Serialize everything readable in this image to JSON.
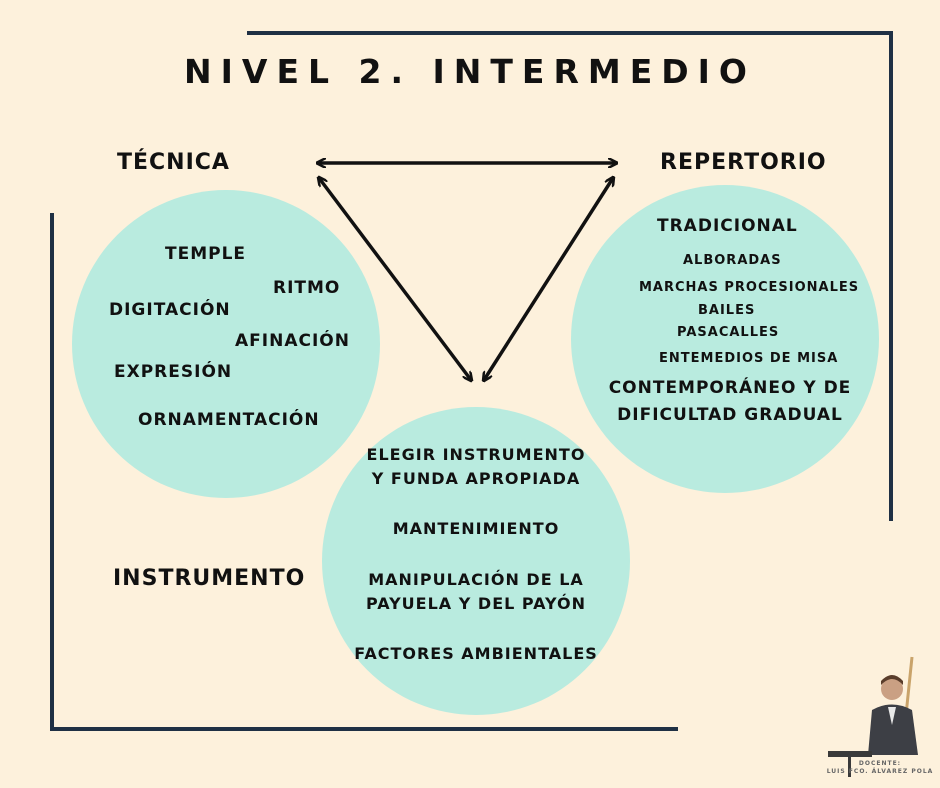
{
  "title": "NIVEL 2. INTERMEDIO",
  "labels": {
    "tecnica": "TÉCNICA",
    "repertorio": "REPERTORIO",
    "instrumento": "INSTRUMENTO"
  },
  "tecnica_items": [
    "TEMPLE",
    "RITMO",
    "DIGITACIÓN",
    "AFINACIÓN",
    "EXPRESIÓN",
    "ORNAMENTACIÓN"
  ],
  "repertorio": {
    "tradicional_heading": "TRADICIONAL",
    "tradicional_items": [
      "ALBORADAS",
      "MARCHAS PROCESIONALES",
      "BAILES",
      "PASACALLES",
      "ENTEMEDIOS DE MISA"
    ],
    "contemporaneo_line1": "CONTEMPORÁNEO Y DE",
    "contemporaneo_line2": "DIFICULTAD GRADUAL"
  },
  "instrumento_items": {
    "item1_line1": "ELEGIR INSTRUMENTO",
    "item1_line2": "Y FUNDA APROPIADA",
    "item2": "MANTENIMIENTO",
    "item3_line1": "MANIPULACIÓN DE LA",
    "item3_line2": "PAYUELA Y DEL PAYÓN",
    "item4": "FACTORES AMBIENTALES"
  },
  "docente": {
    "label": "DOCENTE:",
    "name": "LUIS FCO. ÁLVAREZ POLA"
  },
  "colors": {
    "background": "#fdf1dc",
    "circle": "#b9ebdf",
    "frame": "#1f3044",
    "text": "#111111"
  }
}
